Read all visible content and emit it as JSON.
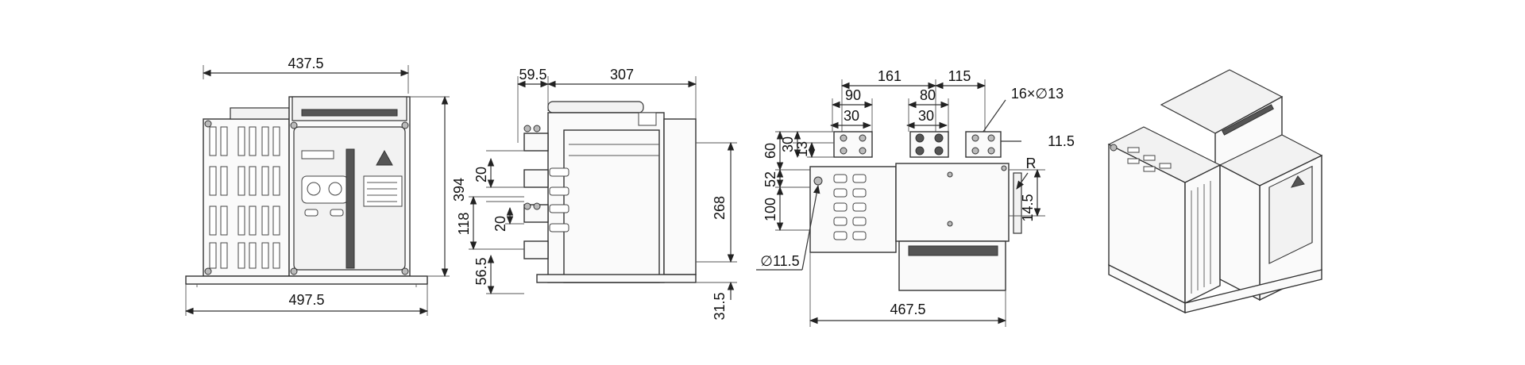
{
  "views": {
    "front": {
      "width_top": "437.5",
      "height_right": "394",
      "width_bottom": "497.5"
    },
    "side": {
      "depth_front": "59.5",
      "depth_body": "307",
      "height_body": "268",
      "offset_20_a": "20",
      "offset_118": "118",
      "offset_20_b": "20",
      "offset_56_5": "56.5",
      "offset_31_5": "31.5"
    },
    "top": {
      "dim_161": "161",
      "dim_115": "115",
      "dim_90": "90",
      "dim_80": "80",
      "dim_30_a": "30",
      "dim_30_b": "30",
      "holes": "16×∅13",
      "dim_11_5": "11.5",
      "dim_60": "60",
      "dim_30_v": "30",
      "dim_13": "13",
      "dim_52": "52",
      "dim_100": "100",
      "radius_label": "R",
      "dim_14_5": "14.5",
      "hole_dia": "∅11.5",
      "width_bottom": "467.5"
    },
    "iso": {
      "label": ""
    }
  },
  "colors": {
    "line": "#333333",
    "text": "#111111",
    "background": "#ffffff"
  }
}
